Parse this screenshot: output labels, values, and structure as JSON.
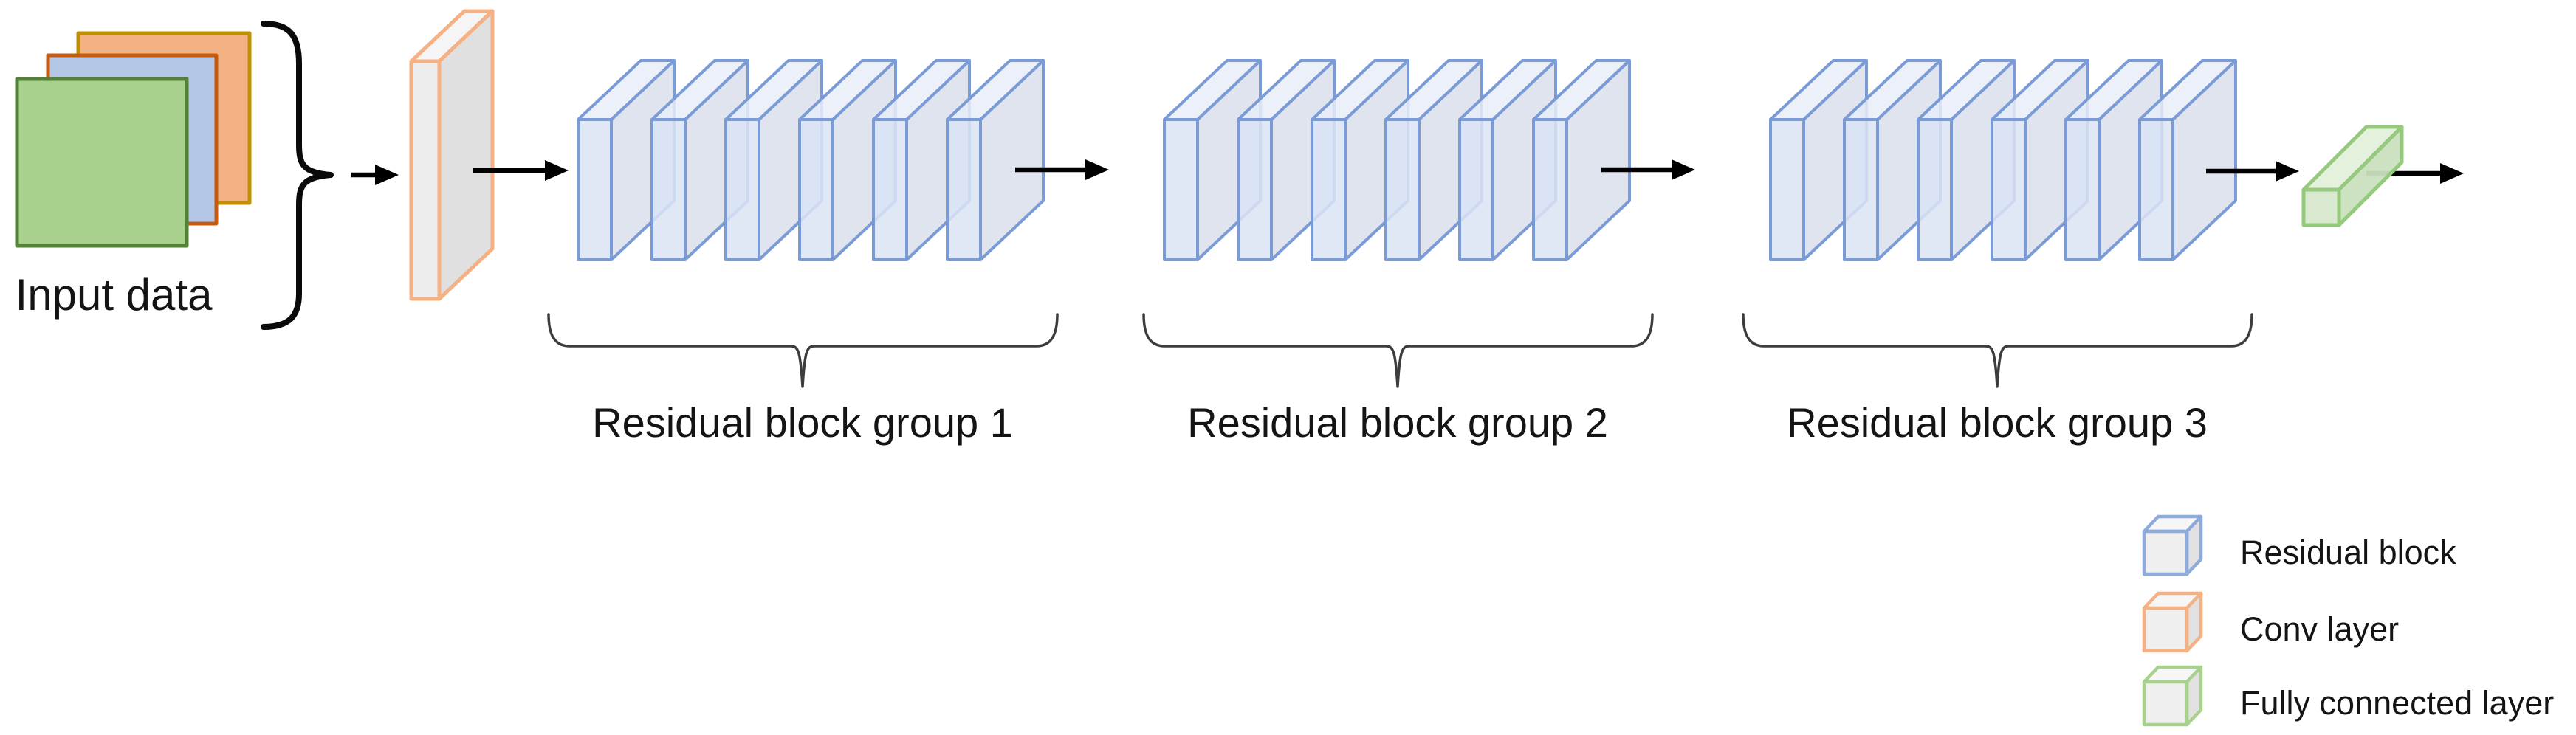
{
  "input": {
    "label": "Input data",
    "channels": [
      {
        "name": "orange-channel",
        "fill": "#F4B183",
        "stroke": "#BF9000"
      },
      {
        "name": "blue-channel",
        "fill": "#B4C7E7",
        "stroke": "#C55A11"
      },
      {
        "name": "green-channel",
        "fill": "#A9D18E",
        "stroke": "#538135"
      }
    ]
  },
  "conv_layer": {
    "fill_front": "#ECECEC",
    "fill_top": "#F4F4F4",
    "fill_side": "#DEDEDE",
    "stroke": "#F5B183"
  },
  "residual_block_style": {
    "fill_front": "#DBE4F4",
    "fill_top": "#E7EDF8",
    "fill_side": "#D2D9E7",
    "stroke": "#7B9BD7"
  },
  "fc_layer": {
    "fill_front": "#D6E8CC",
    "fill_top": "#E3F0DA",
    "fill_side": "#C9E0BD",
    "stroke": "#95CA7D"
  },
  "groups": [
    {
      "label": "Residual block group 1",
      "block_count": 6
    },
    {
      "label": "Residual block group 2",
      "block_count": 6
    },
    {
      "label": "Residual block group 3",
      "block_count": 6
    }
  ],
  "legend": {
    "cube_fill_front": "#EFEFEF",
    "cube_fill_top": "#F6F6F6",
    "cube_fill_side": "#E1E1E1",
    "items": [
      {
        "label": "Residual block",
        "stroke": "#8FAADC"
      },
      {
        "label": "Conv layer",
        "stroke": "#F4B183"
      },
      {
        "label": "Fully connected layer",
        "stroke": "#A9D18E"
      }
    ]
  },
  "colors": {
    "arrow": "#000000",
    "group_brace": "#3D3D3D",
    "input_brace": "#0A0A0A"
  }
}
